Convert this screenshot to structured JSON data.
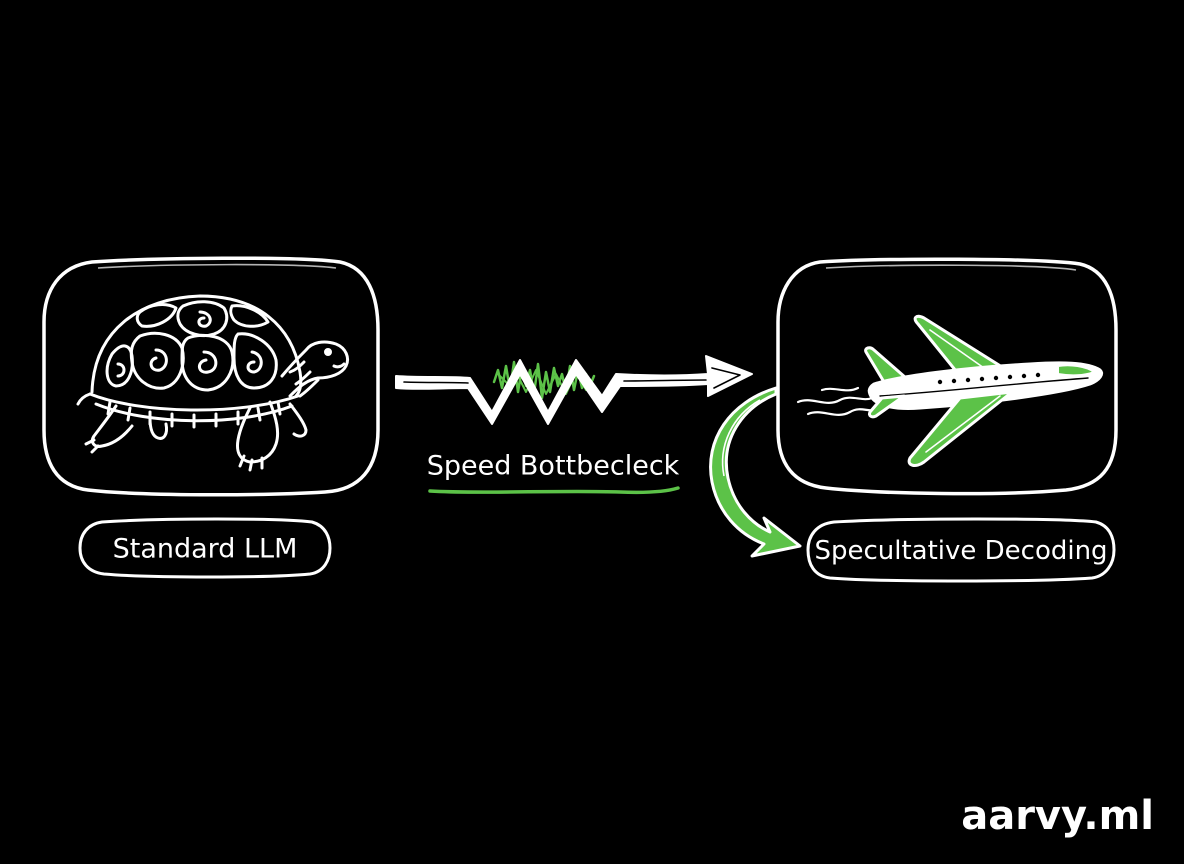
{
  "left_panel": {
    "icon": "tortoise-icon",
    "label": "Standard LLM"
  },
  "bottleneck": {
    "label": "Speed Bottbecleck"
  },
  "right_panel": {
    "icon": "jet-airplane-icon",
    "label": "Specultative Decoding"
  },
  "watermark": "aarvy.ml",
  "colors": {
    "background": "#000000",
    "stroke": "#ffffff",
    "accent": "#5cc248"
  }
}
